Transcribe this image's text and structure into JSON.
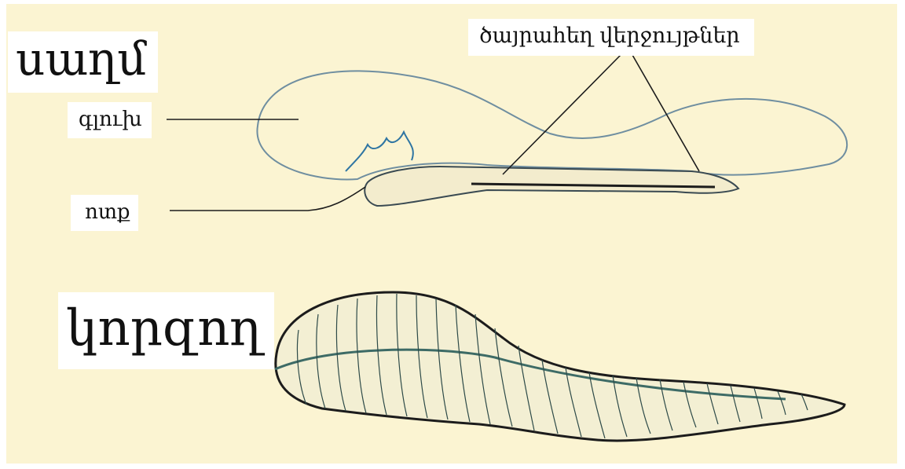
{
  "labels": {
    "slug": "սաղմ",
    "head": "գլուխ",
    "foot": "ոտք",
    "tentacles": "ծայրահեղ վերջույթներ",
    "leech": "կորզող"
  },
  "colors": {
    "background": "#fbf4d2",
    "outline": "#6f8ea0",
    "ink": "#1c1c1c",
    "green_line": "#3d6b66"
  }
}
